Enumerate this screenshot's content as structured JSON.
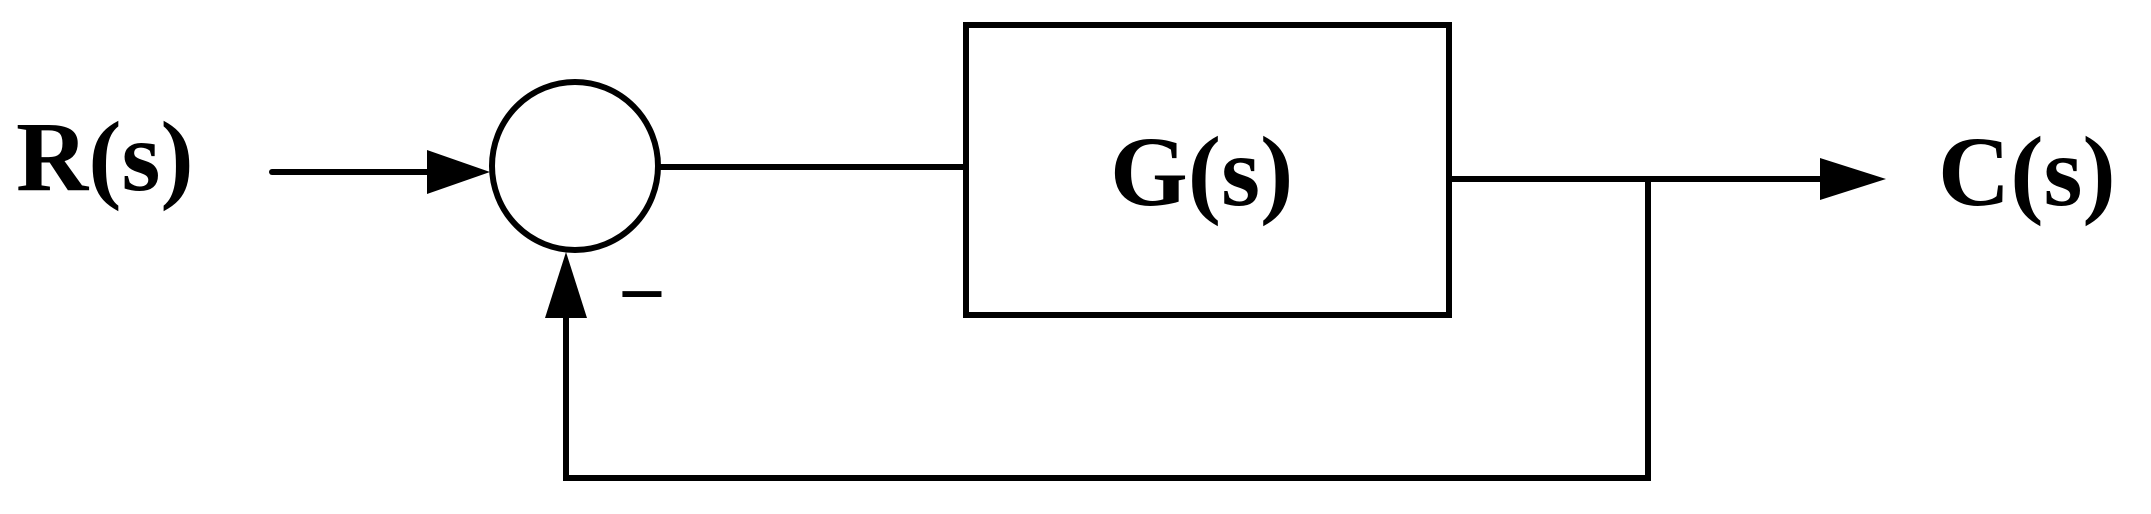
{
  "diagram": {
    "input_label": "R(s)",
    "block_label": "G(s)",
    "output_label": "C(s)",
    "feedback_sign": "−",
    "stroke_color": "#000000",
    "background_color": "#ffffff"
  }
}
